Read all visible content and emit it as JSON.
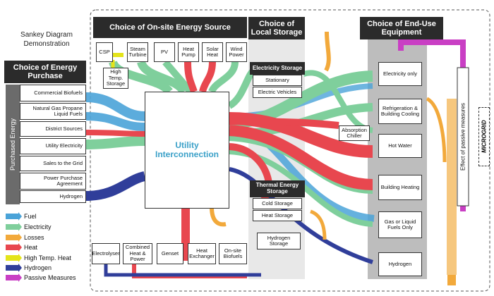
{
  "title": "Sankey Diagram Demonstration",
  "headers": {
    "energy_purchase": "Choice of Energy Purchase",
    "onsite_source": "Choice of On-site Energy Source",
    "local_storage": "Choice of Local Storage",
    "end_use": "Choice of End-Use Equipment"
  },
  "purchased_energy_label": "Purchased Energy",
  "purchase_items": [
    "Commercial Biofuels",
    "Natural Gas Propane Liquid Fuels",
    "District Sources",
    "Utility Electricity",
    "Sales to the Grid",
    "Power Purchase Agreement",
    "Hydrogen"
  ],
  "onsite_top": [
    "CSP",
    "Steam Turbine",
    "PV",
    "Heat Pump",
    "Solar Heat",
    "Wind Power"
  ],
  "high_temp_storage": "High Temp. Storage",
  "onsite_bottom": [
    "Electrolyser",
    "Combined Heat & Power",
    "Genset",
    "Heat Exchanger",
    "On-site Biofuels"
  ],
  "utility_interconnection": "Utility Interconnection",
  "electricity_storage": {
    "title": "Electricity Storage",
    "items": [
      "Stationary",
      "Electric Vehicles"
    ]
  },
  "thermal_storage": {
    "title": "Thermal Energy Storage",
    "items": [
      "Cold Storage",
      "Heat Storage"
    ]
  },
  "hydrogen_storage": "Hydrogen Storage",
  "absorption_chiller": "Absorption Chiller",
  "end_use_items": [
    "Electricity only",
    "Refrigeration & Building Cooling",
    "Hot Water",
    "Building Heating",
    "Gas or Liquid Fuels Only",
    "Hydrogen"
  ],
  "passive_measures_label": "Effect of passive measures",
  "microgrid_label": "MICROGRID",
  "legend": [
    {
      "label": "Fuel",
      "color": "#4aa3d8"
    },
    {
      "label": "Electricity",
      "color": "#7fcf9c"
    },
    {
      "label": "Losses",
      "color": "#f2a93b"
    },
    {
      "label": "Heat",
      "color": "#e8474f"
    },
    {
      "label": "High Temp. Heat",
      "color": "#e4e41a"
    },
    {
      "label": "Hydrogen",
      "color": "#303e9a"
    },
    {
      "label": "Passive Measures",
      "color": "#c93fc4"
    }
  ]
}
